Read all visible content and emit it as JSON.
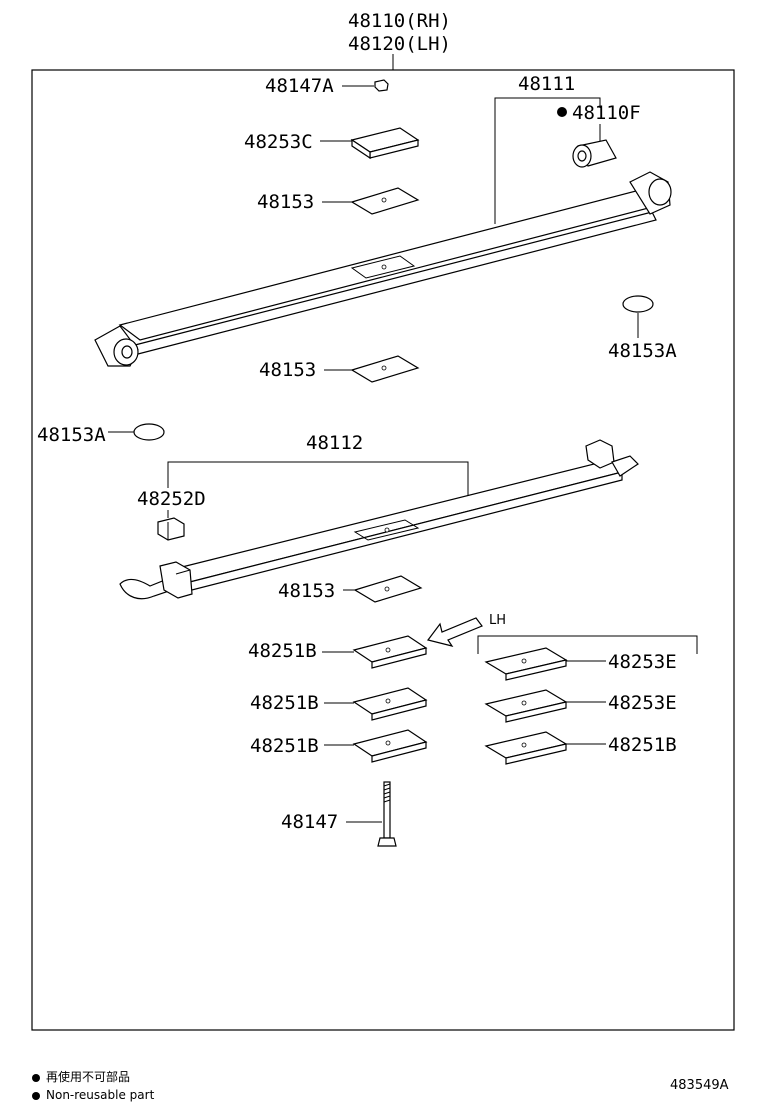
{
  "header": {
    "part_rh": "48110(RH)",
    "part_lh": "48120(LH)"
  },
  "parts": {
    "p48147A": "48147A",
    "p48111": "48111",
    "p48110F": "48110F",
    "p48253C": "48253C",
    "p48153_1": "48153",
    "p48153A_right": "48153A",
    "p48153_2": "48153",
    "p48153A_left": "48153A",
    "p48112": "48112",
    "p48252D": "48252D",
    "p48153_3": "48153",
    "lh_label": "LH",
    "p48251B_1": "48251B",
    "p48251B_2": "48251B",
    "p48251B_3": "48251B",
    "p48253E_1": "48253E",
    "p48253E_2": "48253E",
    "p48251B_4": "48251B",
    "p48147": "48147"
  },
  "legend": {
    "line_jp": "再使用不可部品",
    "line_en": "Non-reusable part"
  },
  "footer": {
    "code": "483549A"
  }
}
